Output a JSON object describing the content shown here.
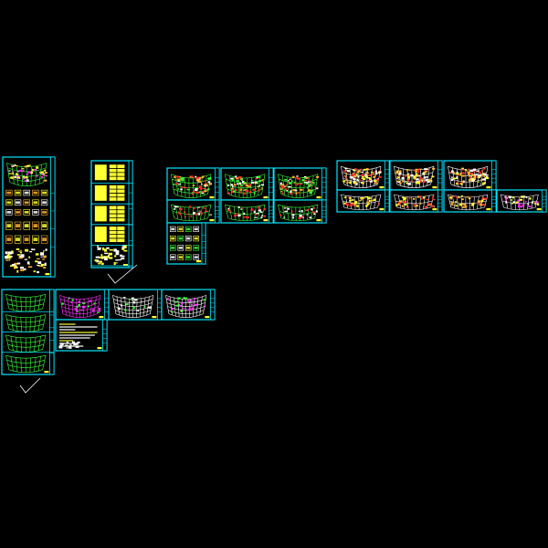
{
  "colors": {
    "background": "#000000",
    "frame": "#00e5ff",
    "green": "#39ff39",
    "yellow": "#ffff33",
    "white": "#ffffff",
    "magenta": "#ff33ff",
    "red": "#ff2a2a",
    "orange": "#ffb030",
    "tag": "#ffff33"
  },
  "sheet_groups": [
    {
      "id": "group-a",
      "kind": "mixed-details",
      "sheets": 5
    },
    {
      "id": "group-b",
      "kind": "yellow-tables",
      "sheets": 5
    },
    {
      "id": "group-c",
      "kind": "green-plans",
      "sheets": 7
    },
    {
      "id": "group-d",
      "kind": "colored-plans",
      "sheets": 7
    },
    {
      "id": "group-e",
      "kind": "grid-plans",
      "sheets": 4
    },
    {
      "id": "group-f",
      "kind": "plan-grids",
      "sheets": 3
    },
    {
      "id": "group-g",
      "kind": "notes",
      "sheets": 1
    }
  ]
}
